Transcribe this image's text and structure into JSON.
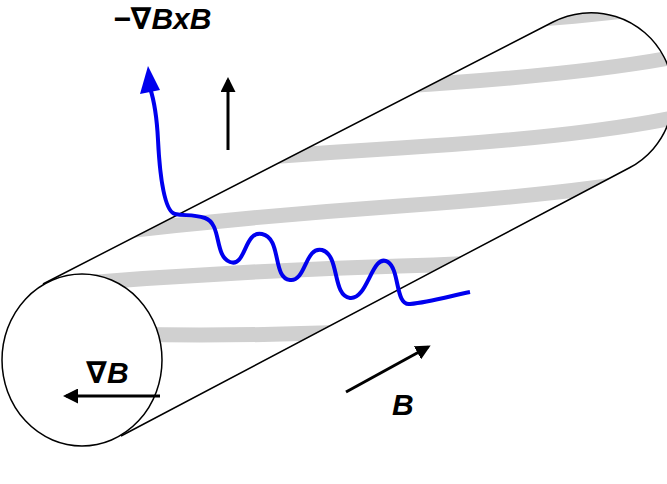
{
  "diagram": {
    "labels": [
      "−∇BxB",
      "∇B",
      "B"
    ]
  }
}
